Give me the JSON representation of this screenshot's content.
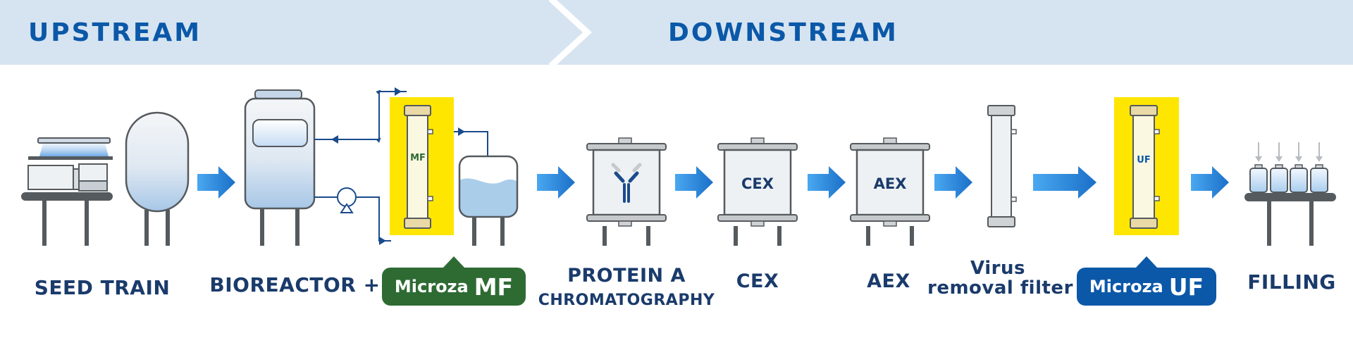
{
  "header": {
    "upstream": "UPSTREAM",
    "downstream": "DOWNSTREAM"
  },
  "steps": {
    "seed_train": "SEED TRAIN",
    "bioreactor": "BIOREACTOR +",
    "protein_a_line1": "PROTEIN A",
    "protein_a_line2": "CHROMATOGRAPHY",
    "cex": "CEX",
    "aex": "AEX",
    "virus_line1": "Virus",
    "virus_line2": "removal filter",
    "filling": "FILLING"
  },
  "equipment": {
    "mf_module": "MF",
    "uf_module": "UF",
    "cex_column": "CEX",
    "aex_column": "AEX"
  },
  "badges": {
    "mf": {
      "word": "Microza",
      "code": "MF",
      "color": "#2e6b33"
    },
    "uf": {
      "word": "Microza",
      "code": "UF",
      "color": "#0b58a8"
    }
  },
  "colors": {
    "header_bg": "#d6e4f1",
    "header_text": "#0b58a8",
    "label_text": "#1a3b6b",
    "highlight": "#ffe600",
    "arrow": "#2f8de0",
    "steel": "#555a5e",
    "liquid": "#aacdea"
  },
  "icons": {
    "antibody": "antibody-icon",
    "pump": "pump-icon"
  }
}
